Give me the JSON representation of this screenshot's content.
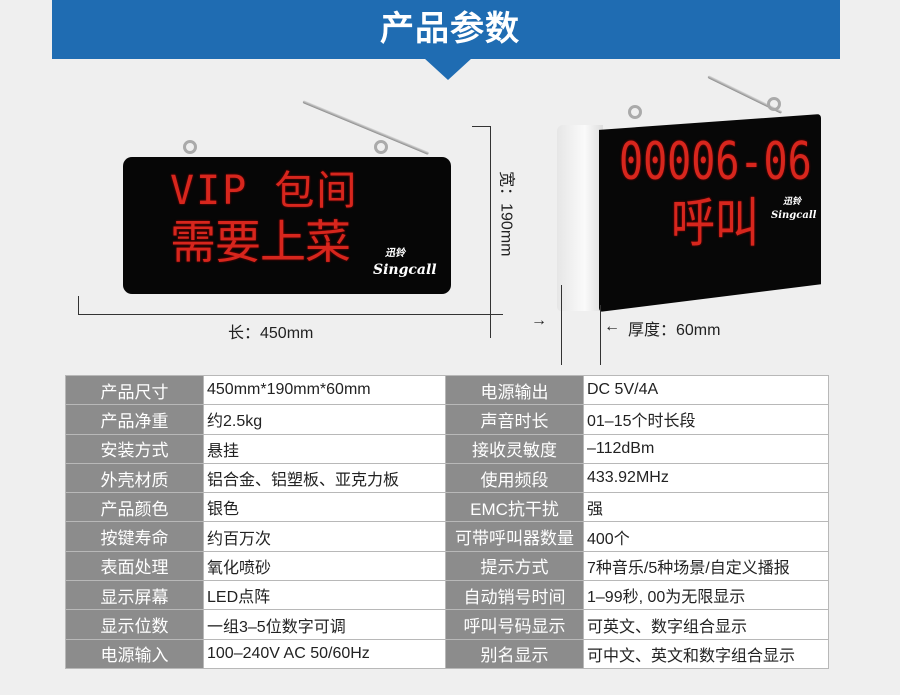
{
  "header": {
    "title": "产品参数",
    "color": "#1f6cb2"
  },
  "left_device": {
    "line1": "VIP 包间",
    "line2": "需要上菜",
    "brand_cn": "迅铃",
    "brand_en": "Singcall",
    "length_label": "长：450mm",
    "width_label": "宽：190mm"
  },
  "right_device": {
    "line1": "00006-06",
    "line2": "呼叫",
    "brand_cn": "迅铃",
    "brand_en": "Singcall",
    "depth_label": "厚度：60mm",
    "arrow_right": "→",
    "arrow_left": "←"
  },
  "specs": [
    [
      "产品尺寸",
      "450mm*190mm*60mm",
      "电源输出",
      "DC 5V/4A"
    ],
    [
      "产品净重",
      "约2.5kg",
      "声音时长",
      "01–15个时长段"
    ],
    [
      "安装方式",
      "悬挂",
      "接收灵敏度",
      "–112dBm"
    ],
    [
      "外壳材质",
      "铝合金、铝塑板、亚克力板",
      "使用频段",
      "433.92MHz"
    ],
    [
      "产品颜色",
      "银色",
      "EMC抗干扰",
      "强"
    ],
    [
      "按键寿命",
      "约百万次",
      "可带呼叫器数量",
      "400个"
    ],
    [
      "表面处理",
      "氧化喷砂",
      "提示方式",
      "7种音乐/5种场景/自定义播报"
    ],
    [
      "显示屏幕",
      "LED点阵",
      "自动销号时间",
      "1–99秒, 00为无限显示"
    ],
    [
      "显示位数",
      "一组3–5位数字可调",
      "呼叫号码显示",
      "可英文、数字组合显示"
    ],
    [
      "电源输入",
      "100–240V AC 50/60Hz",
      "别名显示",
      "可中文、英文和数字组合显示"
    ]
  ]
}
